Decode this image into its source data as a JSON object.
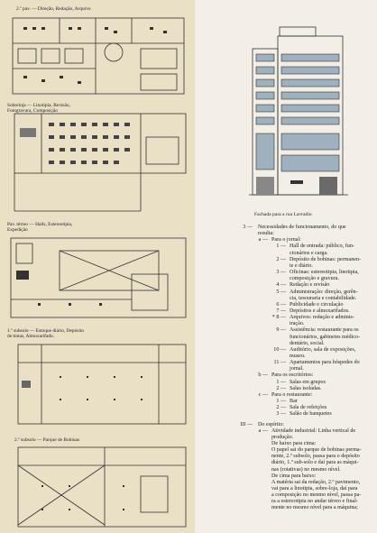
{
  "plans": [
    {
      "id": "p1",
      "caption": [
        "2.º pav. — Direção, Redação, Arquivo"
      ]
    },
    {
      "id": "p2",
      "caption": [
        "Sobreloja — Linotipia, Revisão,",
        "Fotogravura, Composição"
      ]
    },
    {
      "id": "p3",
      "caption": [
        "Pav. térreo — Halls, Estereotipia,",
        "Expedição"
      ]
    },
    {
      "id": "p4",
      "caption": [
        "1.º subsolo — Estoque diário, Depósito",
        "de tintas, Almoxarifado."
      ]
    },
    {
      "id": "p5",
      "caption": [
        "2.º subsolo — Parque de Bobinas"
      ]
    }
  ],
  "facade_caption": "Fachada para a rua Lavradio",
  "text_lines": [
    {
      "n": "3 —",
      "t": "Necessidades de funcionamento, do que",
      "x": 0
    },
    {
      "n": "",
      "t": "resulta:",
      "x": 0
    },
    {
      "n": "a —",
      "t": "Para o jornal:",
      "x": 1
    },
    {
      "n": "1 —",
      "t": "Hall de entrada: público, fun-",
      "x": 2
    },
    {
      "n": "",
      "t": "cionários e carga.",
      "x": 2
    },
    {
      "n": "2 —",
      "t": "Depósito de bobinas: permanen-",
      "x": 2
    },
    {
      "n": "",
      "t": "te e diário.",
      "x": 2
    },
    {
      "n": "3 —",
      "t": "Oficinas: estereotipia, linotipia,",
      "x": 2
    },
    {
      "n": "",
      "t": "composição e gravura.",
      "x": 2
    },
    {
      "n": "4 —",
      "t": "Redação e revisão",
      "x": 2
    },
    {
      "n": "5 —",
      "t": "Administração: direção, gerên-",
      "x": 2
    },
    {
      "n": "",
      "t": "cia, tesouraria e contabilidade.",
      "x": 2
    },
    {
      "n": "6 —",
      "t": "Publicidade e circulação",
      "x": 2
    },
    {
      "n": "7 —",
      "t": "Depósitos e almoxarifados.",
      "x": 2
    },
    {
      "n": "* 8 —",
      "t": "Arquivos: redação e adminis-",
      "x": 2
    },
    {
      "n": "",
      "t": "tração.",
      "x": 2
    },
    {
      "n": "9 —",
      "t": "Assistência: restaurante para os",
      "x": 2
    },
    {
      "n": "",
      "t": "funcionários, gabinetes médico-",
      "x": 2
    },
    {
      "n": "",
      "t": "dentário, social.",
      "x": 2
    },
    {
      "n": "10 —",
      "t": "Auditório, sala de exposições,",
      "x": 2
    },
    {
      "n": "",
      "t": "museu.",
      "x": 2
    },
    {
      "n": "11 —",
      "t": "Apartamentos para hóspedes do",
      "x": 2
    },
    {
      "n": "",
      "t": "jornal.",
      "x": 2
    },
    {
      "n": "b —",
      "t": "Para os escritórios:",
      "x": 1
    },
    {
      "n": "1 —",
      "t": "Salas em grupos",
      "x": 2
    },
    {
      "n": "2 —",
      "t": "Salas isoladas.",
      "x": 2
    },
    {
      "n": "c —",
      "t": "Para o restaurante:",
      "x": 1
    },
    {
      "n": "1 —",
      "t": "Bar",
      "x": 2
    },
    {
      "n": "2 —",
      "t": "Sala de refeições",
      "x": 2
    },
    {
      "n": "3 —",
      "t": "Salão de banquetes",
      "x": 2
    },
    {
      "n": "III —",
      "t": "Do espírito:",
      "x": 0
    },
    {
      "n": "a —",
      "t": "Atividade industrial: Linha vertical de",
      "x": 1
    },
    {
      "n": "",
      "t": "produção.",
      "x": 1
    },
    {
      "n": "",
      "t": "De baixo para cima:",
      "x": 1
    },
    {
      "n": "",
      "t": "O papel sai do parque de bobinas perma-",
      "x": 1
    },
    {
      "n": "",
      "t": "nente, 2.º subsolo, passa para o depósito",
      "x": 1
    },
    {
      "n": "",
      "t": "diário, 1.º sub-solo e daí para as máqui-",
      "x": 1
    },
    {
      "n": "",
      "t": "nas (rotativas) no mesmo nível.",
      "x": 1
    },
    {
      "n": "",
      "t": "De cima para baixo:",
      "x": 1
    },
    {
      "n": "",
      "t": "A matéria sai da redação, 2.º pavimento,",
      "x": 1
    },
    {
      "n": "",
      "t": "vai para a linotipia, sobre-loja, daí para",
      "x": 1
    },
    {
      "n": "",
      "t": "a composição no mesmo nível, passa pa-",
      "x": 1
    },
    {
      "n": "",
      "t": "ra a estereotipia no andar térreo e final-",
      "x": 1
    },
    {
      "n": "",
      "t": "mente no mesmo nível para a máquina;",
      "x": 1
    }
  ]
}
